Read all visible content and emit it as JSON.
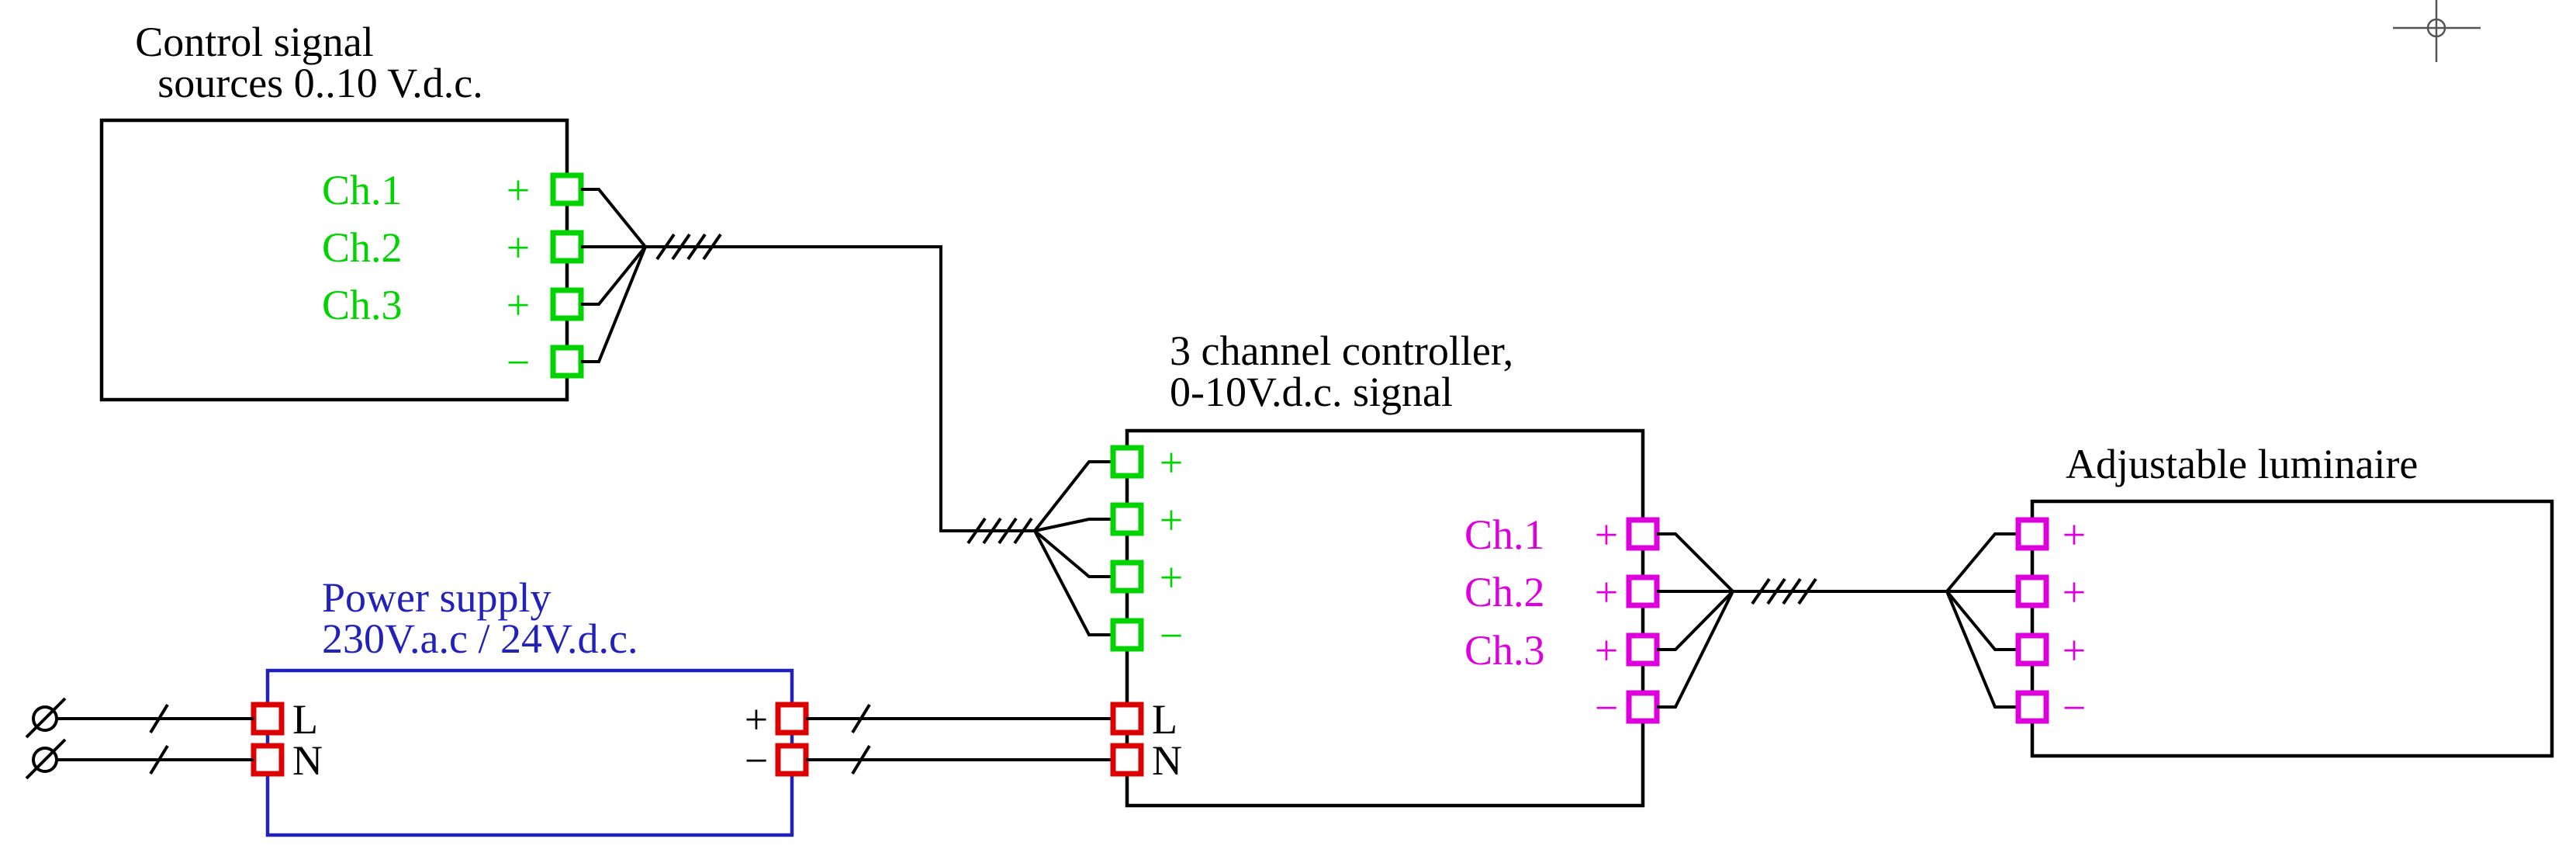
{
  "control_sources": {
    "title": [
      "Control signal",
      "sources  0..10 V.d.c."
    ],
    "channels": [
      "Ch.1",
      "Ch.2",
      "Ch.3"
    ],
    "terminals": [
      "+",
      "+",
      "+",
      "−"
    ]
  },
  "power_supply": {
    "title": [
      "Power supply",
      "230V.a.c / 24V.d.c."
    ],
    "input_terminals": [
      "L",
      "N"
    ],
    "output_terminals": [
      "+",
      "−"
    ]
  },
  "controller": {
    "title": [
      "3 channel controller,",
      "0-10V.d.c. signal"
    ],
    "signal_input_terminals": [
      "+",
      "+",
      "+",
      "−"
    ],
    "power_input_terminals": [
      "L",
      "N"
    ],
    "output_channels": [
      "Ch.1",
      "Ch.2",
      "Ch.3"
    ],
    "output_terminals": [
      "+",
      "+",
      "+",
      "−"
    ]
  },
  "luminaire": {
    "title": "Adjustable luminaire",
    "terminals": [
      "+",
      "+",
      "+",
      "−"
    ]
  },
  "colors": {
    "signal_green": "#00d300",
    "channel_magenta": "#dd00dd",
    "terminal_red": "#dd0000",
    "supply_blue": "#2222bb",
    "wire_black": "#000000"
  }
}
